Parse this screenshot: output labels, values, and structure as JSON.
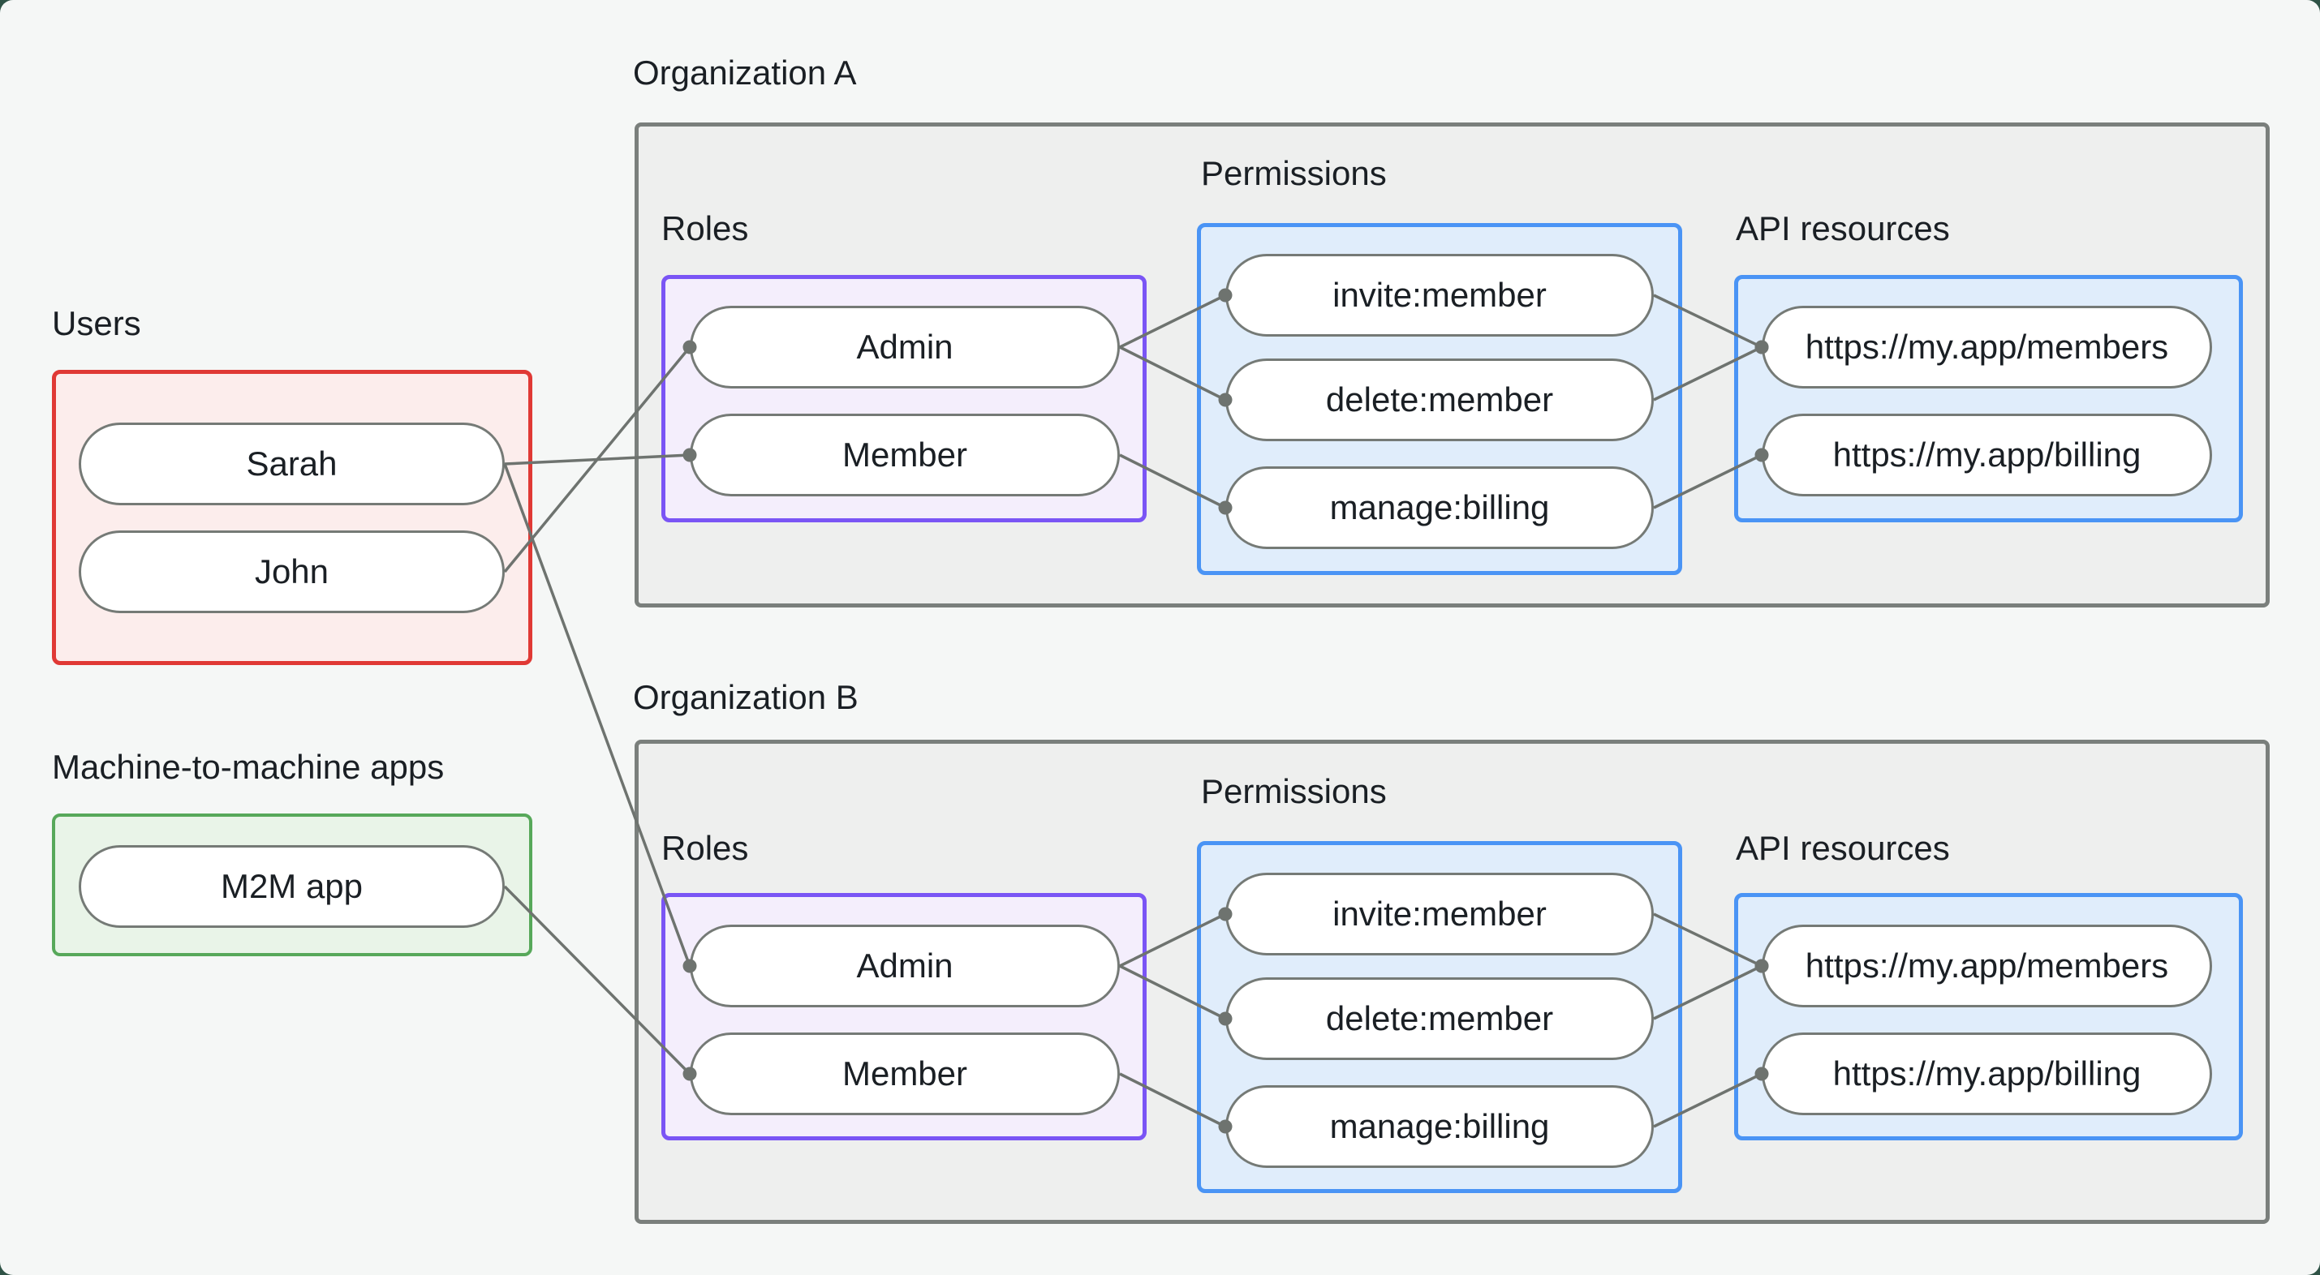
{
  "colors": {
    "canvas": "#2f5346",
    "page_bg": "#f5f7f6",
    "text": "#1a1f24",
    "line": "#6e736f",
    "pill_border": "#757a76",
    "org_border": "#7a7f7c",
    "org_bg": "#eeefee",
    "users_border": "#e03935",
    "users_bg": "#fcedec",
    "m2m_border": "#57a85a",
    "m2m_bg": "#e9f4e8",
    "roles_border": "#7a55f5",
    "roles_bg": "#f4eefc",
    "blue_border": "#4a94f5",
    "blue_bg": "#e0edfb"
  },
  "users_section": {
    "title": "Users",
    "users": [
      {
        "id": "user-sarah",
        "label": "Sarah"
      },
      {
        "id": "user-john",
        "label": "John"
      }
    ]
  },
  "m2m_section": {
    "title": "Machine-to-machine apps",
    "apps": [
      {
        "id": "m2m-app",
        "label": "M2M app"
      }
    ]
  },
  "org_a": {
    "title": "Organization A",
    "roles_label": "Roles",
    "permissions_label": "Permissions",
    "api_label": "API resources",
    "roles": [
      {
        "id": "orga-role-admin",
        "label": "Admin"
      },
      {
        "id": "orga-role-member",
        "label": "Member"
      }
    ],
    "permissions": [
      {
        "id": "orga-perm-invite",
        "label": "invite:member"
      },
      {
        "id": "orga-perm-delete",
        "label": "delete:member"
      },
      {
        "id": "orga-perm-manage",
        "label": "manage:billing"
      }
    ],
    "api_resources": [
      {
        "id": "orga-api-members",
        "label": "https://my.app/members"
      },
      {
        "id": "orga-api-billing",
        "label": "https://my.app/billing"
      }
    ]
  },
  "org_b": {
    "title": "Organization B",
    "roles_label": "Roles",
    "permissions_label": "Permissions",
    "api_label": "API resources",
    "roles": [
      {
        "id": "orgb-role-admin",
        "label": "Admin"
      },
      {
        "id": "orgb-role-member",
        "label": "Member"
      }
    ],
    "permissions": [
      {
        "id": "orgb-perm-invite",
        "label": "invite:member"
      },
      {
        "id": "orgb-perm-delete",
        "label": "delete:member"
      },
      {
        "id": "orgb-perm-manage",
        "label": "manage:billing"
      }
    ],
    "api_resources": [
      {
        "id": "orgb-api-members",
        "label": "https://my.app/members"
      },
      {
        "id": "orgb-api-billing",
        "label": "https://my.app/billing"
      }
    ]
  },
  "edges": [
    {
      "from": "user-john",
      "to": "orga-role-admin"
    },
    {
      "from": "user-sarah",
      "to": "orga-role-member"
    },
    {
      "from": "user-sarah",
      "to": "orgb-role-admin"
    },
    {
      "from": "m2m-app",
      "to": "orgb-role-member"
    },
    {
      "from": "orga-role-admin",
      "to": "orga-perm-invite"
    },
    {
      "from": "orga-role-admin",
      "to": "orga-perm-delete"
    },
    {
      "from": "orga-role-member",
      "to": "orga-perm-manage"
    },
    {
      "from": "orga-perm-invite",
      "to": "orga-api-members"
    },
    {
      "from": "orga-perm-delete",
      "to": "orga-api-members"
    },
    {
      "from": "orga-perm-manage",
      "to": "orga-api-billing"
    },
    {
      "from": "orgb-role-admin",
      "to": "orgb-perm-invite"
    },
    {
      "from": "orgb-role-admin",
      "to": "orgb-perm-delete"
    },
    {
      "from": "orgb-role-member",
      "to": "orgb-perm-manage"
    },
    {
      "from": "orgb-perm-invite",
      "to": "orgb-api-members"
    },
    {
      "from": "orgb-perm-delete",
      "to": "orgb-api-members"
    },
    {
      "from": "orgb-perm-manage",
      "to": "orgb-api-billing"
    }
  ]
}
